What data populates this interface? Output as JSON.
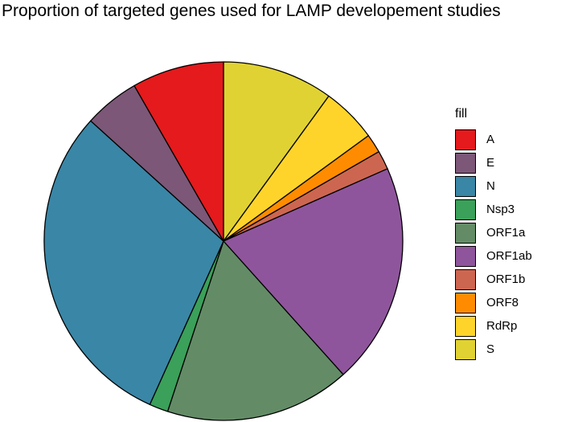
{
  "chart_data": {
    "type": "pie",
    "title": "Proportion of targeted genes used for LAMP developement studies",
    "legend_title": "fill",
    "legend_position": "right",
    "slices": [
      {
        "label": "S",
        "value": 10.0,
        "color": "#E1D233"
      },
      {
        "label": "RdRp",
        "value": 5.0,
        "color": "#FFD42A"
      },
      {
        "label": "ORF8",
        "value": 1.7,
        "color": "#FF8C00"
      },
      {
        "label": "ORF1b",
        "value": 1.7,
        "color": "#CD6650"
      },
      {
        "label": "ORF1ab",
        "value": 20.0,
        "color": "#8F559C"
      },
      {
        "label": "ORF1a",
        "value": 16.7,
        "color": "#638C66"
      },
      {
        "label": "Nsp3",
        "value": 1.7,
        "color": "#3AA05A"
      },
      {
        "label": "N",
        "value": 30.0,
        "color": "#3A86A6"
      },
      {
        "label": "E",
        "value": 5.0,
        "color": "#7C5777"
      },
      {
        "label": "A",
        "value": 8.3,
        "color": "#E41A1C"
      }
    ],
    "legend_order": [
      "A",
      "E",
      "N",
      "Nsp3",
      "ORF1a",
      "ORF1ab",
      "ORF1b",
      "ORF8",
      "RdRp",
      "S"
    ]
  }
}
